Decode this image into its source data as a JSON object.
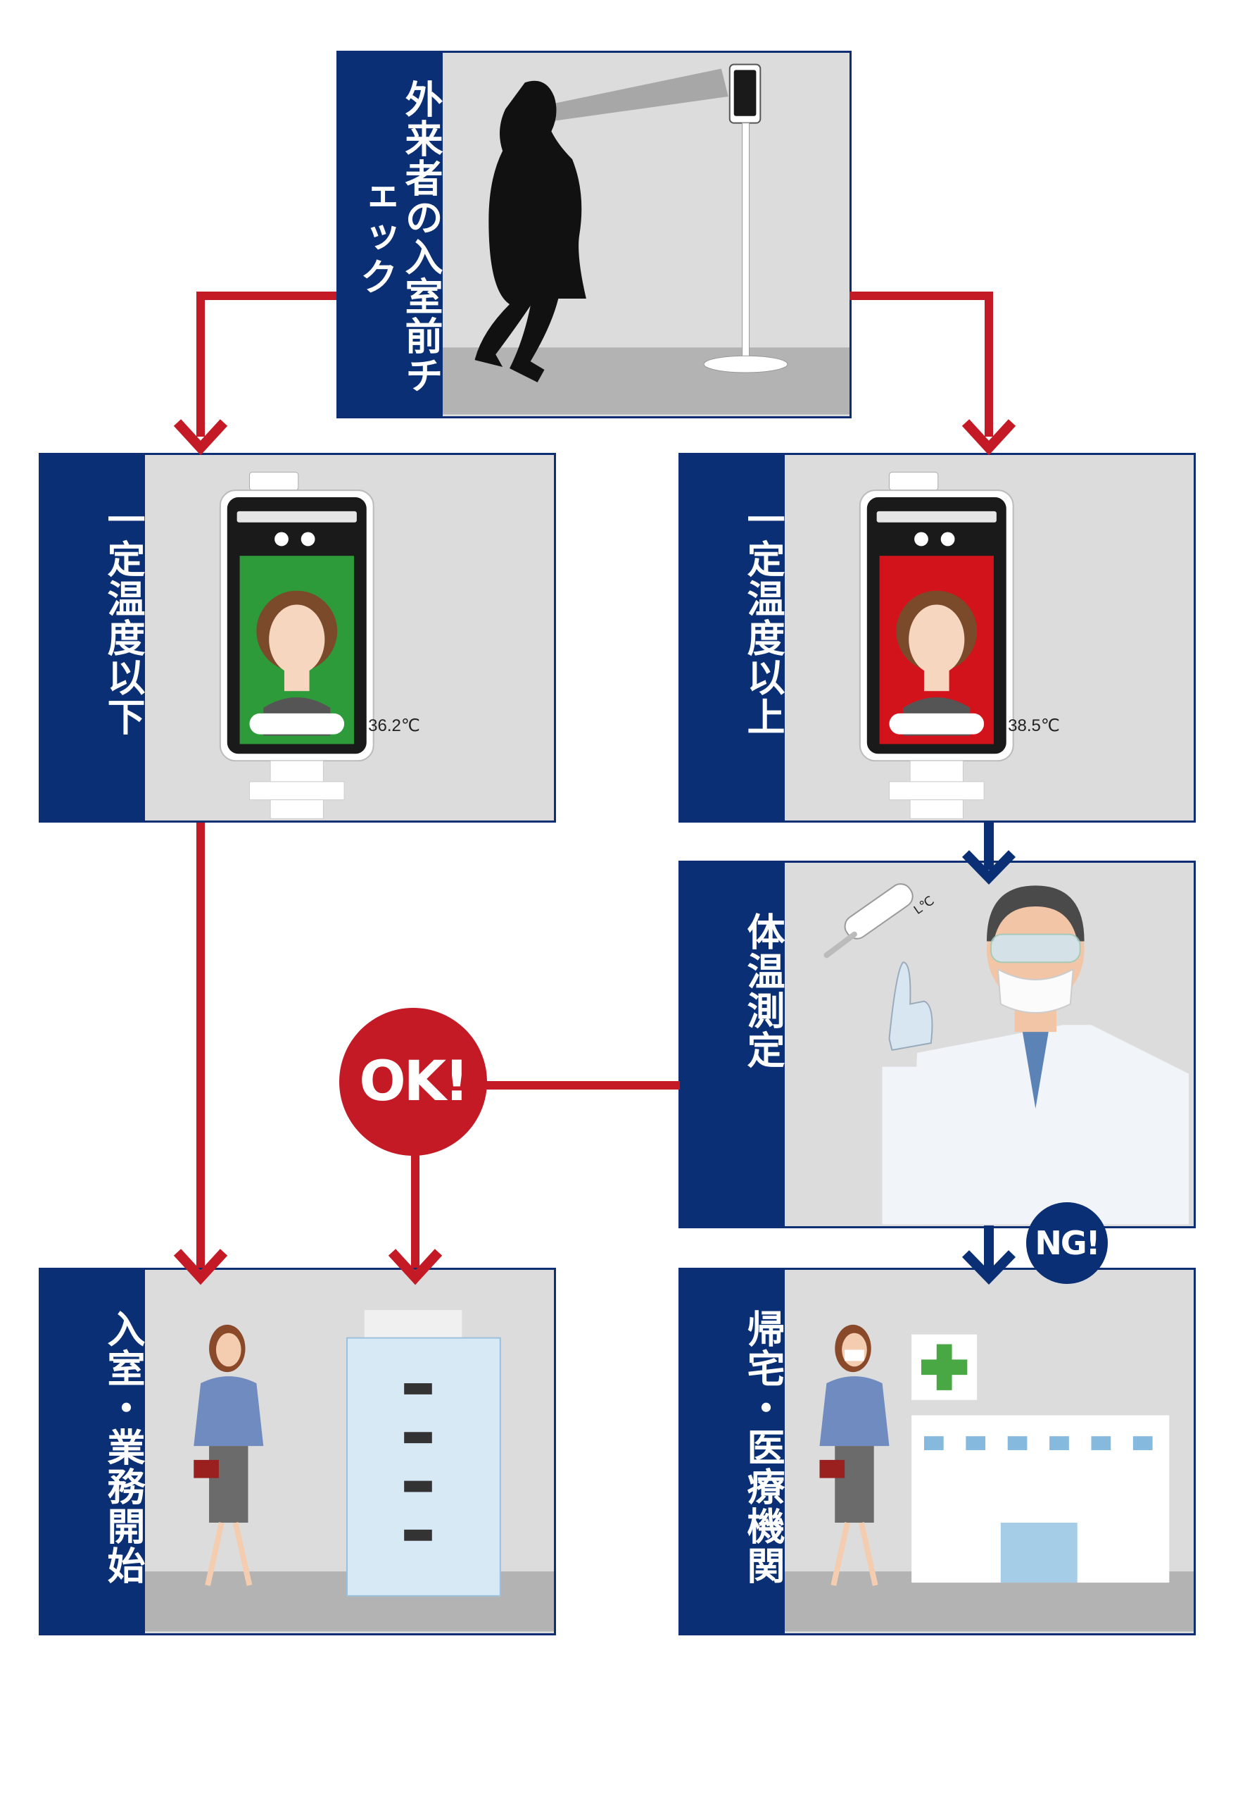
{
  "panels": {
    "visitor_check": {
      "label": "外来者の入室前チェック"
    },
    "below_threshold": {
      "label": "一定温度以下",
      "temperature": "36.2℃"
    },
    "above_threshold": {
      "label": "一定温度以上",
      "temperature": "38.5℃"
    },
    "body_temp_measure": {
      "label": "体温測定",
      "thermometer_reading": "L℃"
    },
    "enter_and_work": {
      "label": "入室・業務開始"
    },
    "go_home_medical": {
      "label": "帰宅・医療機関"
    }
  },
  "badges": {
    "ok": "OK!",
    "ng": "NG!"
  },
  "colors": {
    "navy": "#0a2f74",
    "red": "#c41a26",
    "panel_bg": "#dcdcdc",
    "pass_green": "#2e9b3a",
    "fail_red": "#d3131b"
  },
  "icons": [
    "visitor-silhouette-icon",
    "thermal-scanner-icon",
    "thermal-tablet-icon",
    "doctor-icon",
    "thermometer-icon",
    "businesswoman-icon",
    "office-building-icon",
    "hospital-icon"
  ]
}
